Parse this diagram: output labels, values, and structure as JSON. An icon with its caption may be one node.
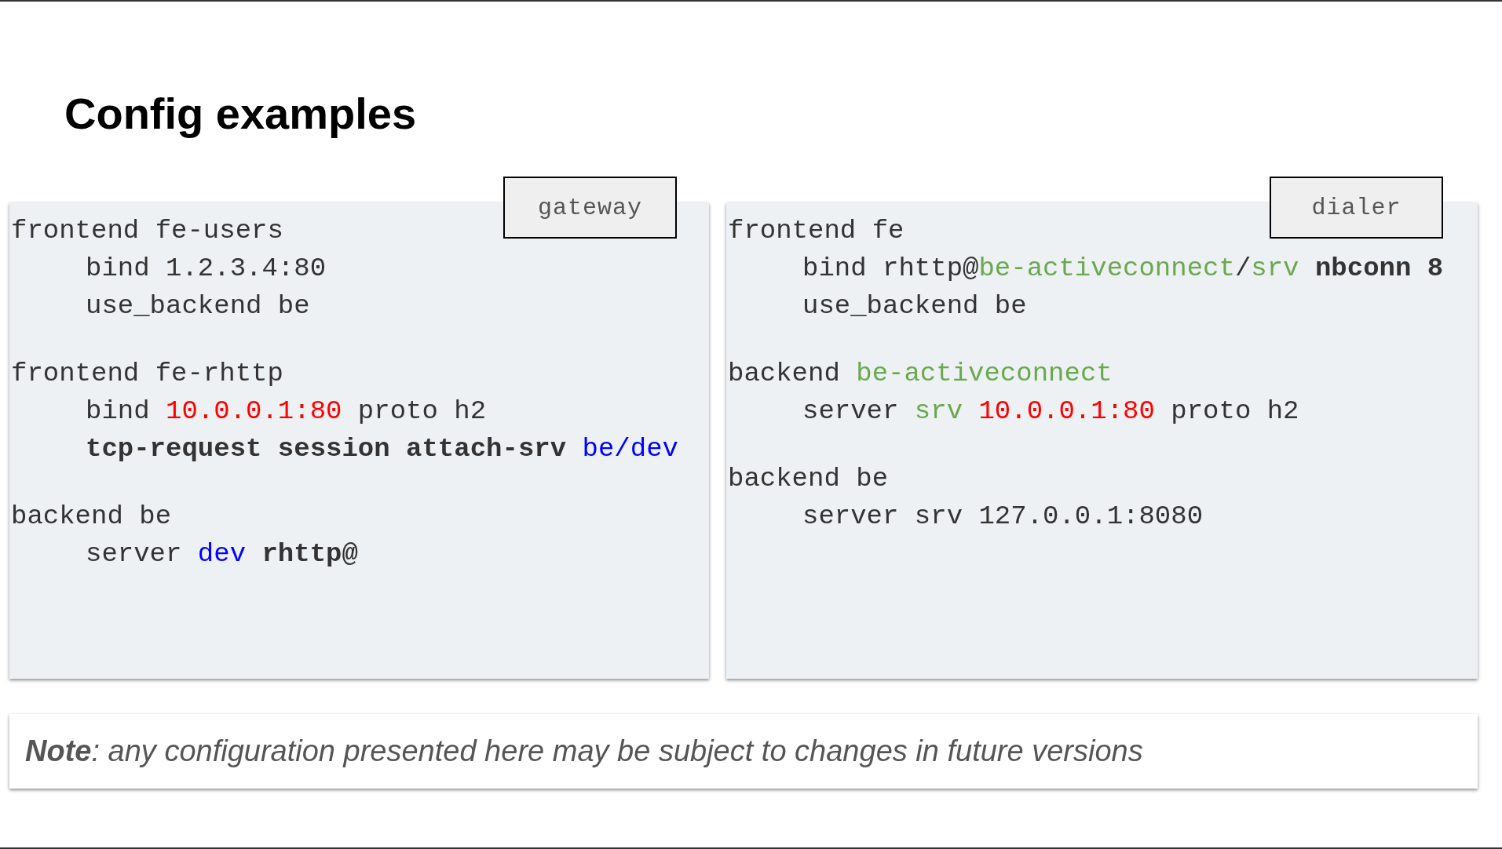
{
  "diagram": {
    "title": "Config examples",
    "nodes": [
      {
        "text": [
          "frontend fe-users",
          "bind 1.2.3.4:80",
          "use_backend be",
          "frontend fe-rhttp",
          "bind 10.0.0.1:80 proto h2",
          "**tcp-request session attach-srv** be/dev",
          "backend be",
          "server dev **rhttp@**"
        ]
      },
      {
        "text": [
          "gateway"
        ]
      },
      {
        "text": [
          "frontend fe",
          "bind rhttp@be-activeconnect/srv **nbconn 8**",
          "use_backend be",
          "backend be-activeconnect",
          "server srv 10.0.0.1:80 proto h2",
          "backend be",
          "server srv 127.0.0.1:8080"
        ]
      },
      {
        "text": [
          "dialer"
        ]
      },
      {
        "text": [
          "**Note**: any configuration presented here may be subject to changes in future versions"
        ]
      }
    ],
    "edges": []
  }
}
